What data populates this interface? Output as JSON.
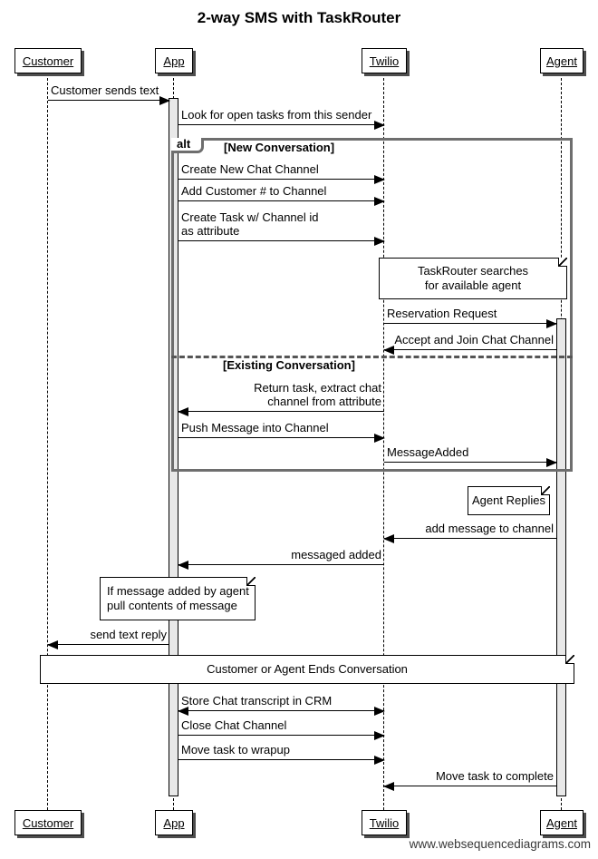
{
  "title": "2-way SMS with TaskRouter",
  "watermark": "www.websequencediagrams.com",
  "actors": [
    {
      "name": "Customer"
    },
    {
      "name": "App"
    },
    {
      "name": "Twilio"
    },
    {
      "name": "Agent"
    }
  ],
  "fragment": {
    "operator": "alt",
    "guards": [
      "[New Conversation]",
      "[Existing Conversation]"
    ]
  },
  "messages": [
    {
      "from": "Customer",
      "to": "App",
      "label": "Customer sends text",
      "direction": "right"
    },
    {
      "from": "App",
      "to": "Twilio",
      "label": "Look for open tasks from this sender",
      "direction": "right"
    },
    {
      "from": "App",
      "to": "Twilio",
      "label": "Create New Chat Channel",
      "direction": "right"
    },
    {
      "from": "App",
      "to": "Twilio",
      "label": "Add Customer # to Channel",
      "direction": "right"
    },
    {
      "from": "App",
      "to": "Twilio",
      "label": "Create Task w/ Channel id",
      "label2": "as attribute",
      "direction": "right"
    },
    {
      "from": "Twilio",
      "to": "Agent",
      "label": "Reservation Request",
      "direction": "right"
    },
    {
      "from": "Agent",
      "to": "Twilio",
      "label": "Accept and Join Chat Channel",
      "direction": "left"
    },
    {
      "from": "Twilio",
      "to": "App",
      "label": "Return task, extract chat",
      "label2": "channel from attribute",
      "direction": "left"
    },
    {
      "from": "App",
      "to": "Twilio",
      "label": "Push Message into Channel",
      "direction": "right"
    },
    {
      "from": "Twilio",
      "to": "Agent",
      "label": "MessageAdded",
      "direction": "right"
    },
    {
      "from": "Agent",
      "to": "Twilio",
      "label": "add message to channel",
      "direction": "left"
    },
    {
      "from": "Twilio",
      "to": "App",
      "label": "messaged added",
      "direction": "left"
    },
    {
      "from": "App",
      "to": "Customer",
      "label": "send text reply",
      "direction": "left"
    },
    {
      "from": "App",
      "to": "Twilio",
      "label": "Store Chat transcript in CRM",
      "direction": "both"
    },
    {
      "from": "App",
      "to": "Twilio",
      "label": "Close Chat Channel",
      "direction": "right"
    },
    {
      "from": "App",
      "to": "Twilio",
      "label": "Move task to wrapup",
      "direction": "right"
    },
    {
      "from": "Agent",
      "to": "Twilio",
      "label": "Move task to complete",
      "direction": "left"
    }
  ],
  "notes": [
    {
      "line1": "TaskRouter searches",
      "line2": "for available agent"
    },
    {
      "line1": "Agent Replies"
    },
    {
      "line1": "If message added by agent",
      "line2": "pull contents of message"
    },
    {
      "line1": "Customer or Agent Ends Conversation"
    }
  ],
  "colors": {
    "frame_border": "#6e6e6e",
    "divider": "#555555",
    "activation_fill": "#e8e8e8",
    "box_shadow": "#4d4d4d",
    "background": "#ffffff",
    "text": "#000000"
  }
}
